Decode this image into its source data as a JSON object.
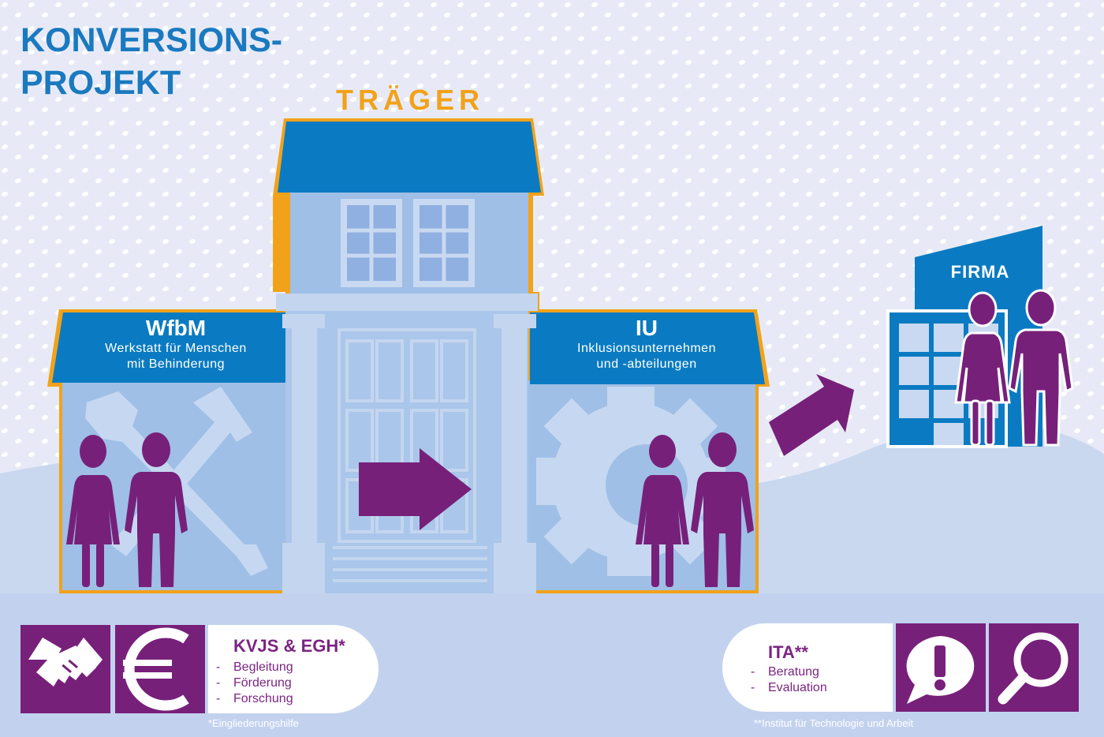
{
  "title": {
    "line1": "KONVERSIONS-",
    "line2": "PROJEKT"
  },
  "trager": {
    "label": "TRÄGER"
  },
  "wfbm": {
    "title": "WfbM",
    "sub1": "Werkstatt für Menschen",
    "sub2": "mit Behinderung"
  },
  "iu": {
    "title": "IU",
    "sub1": "Inklusionsunternehmen",
    "sub2": "und -abteilungen"
  },
  "firma": {
    "label": "FIRMA"
  },
  "left_info": {
    "title": "KVJS & EGH*",
    "items": [
      "Begleitung",
      "Förderung",
      "Forschung"
    ],
    "footnote": "*Eingliederungshilfe"
  },
  "right_info": {
    "title": "ITA**",
    "items": [
      "Beratung",
      "Evaluation"
    ],
    "footnote": "**Institut für Technologie und Arbeit"
  },
  "colors": {
    "blue": "#0a7bc2",
    "orange": "#f2a21a",
    "purple": "#77207a",
    "light_blue": "#9fbfe6",
    "ground": "#c3d3ee",
    "title_blue": "#1a79bf"
  },
  "icons": [
    "handshake-icon",
    "euro-icon",
    "exclamation-speech-icon",
    "magnifier-icon",
    "wrench-icon",
    "hammer-icon",
    "gear-icon",
    "arrow-right-icon"
  ]
}
